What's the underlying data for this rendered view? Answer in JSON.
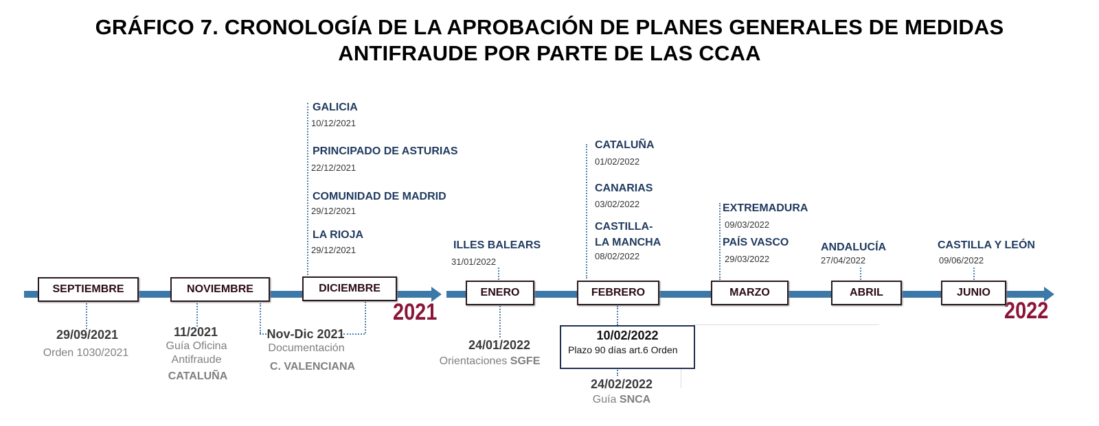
{
  "title": {
    "line1": "GRÁFICO 7.   CRONOLOGÍA DE LA APROBACIÓN DE PLANES GENERALES DE MEDIDAS",
    "line2": "ANTIFRAUDE POR PARTE DE LAS CCAA"
  },
  "colors": {
    "arrow": "#3c78a8",
    "year": "#8b1538",
    "region": "#1f3a5f"
  },
  "years": [
    "2021",
    "2022"
  ],
  "months": [
    "SEPTIEMBRE",
    "NOVIEMBRE",
    "DICIEMBRE",
    "ENERO",
    "FEBRERO",
    "MARZO",
    "ABRIL",
    "JUNIO"
  ],
  "approvals": [
    {
      "region": "GALICIA",
      "date": "10/12/2021"
    },
    {
      "region": "PRINCIPADO DE ASTURIAS",
      "date": "22/12/2021"
    },
    {
      "region": "COMUNIDAD DE MADRID",
      "date": "29/12/2021"
    },
    {
      "region": "LA RIOJA",
      "date": "29/12/2021"
    },
    {
      "region": "ILLES BALEARS",
      "date": "31/01/2022"
    },
    {
      "region": "CATALUÑA",
      "date": "01/02/2022"
    },
    {
      "region": "CANARIAS",
      "date": "03/02/2022"
    },
    {
      "region": "CASTILLA-",
      "region2": "LA MANCHA",
      "date": "08/02/2022"
    },
    {
      "region": "EXTREMADURA",
      "date": "09/03/2022"
    },
    {
      "region": "PAÍS VASCO",
      "date": "29/03/2022"
    },
    {
      "region": "ANDALUCÍA",
      "date": "27/04/2022"
    },
    {
      "region": "CASTILLA Y LEÓN",
      "date": "09/06/2022"
    }
  ],
  "milestones": [
    {
      "date": "29/09/2021",
      "lines": [
        "Orden 1030/2021"
      ]
    },
    {
      "date": "11/2021",
      "lines": [
        "Guía Oficina",
        "Antifraude"
      ],
      "bold": "CATALUÑA"
    },
    {
      "date": "Nov-Dic 2021",
      "lines": [
        "Documentación"
      ],
      "bold": "C. VALENCIANA"
    },
    {
      "date": "24/01/2022",
      "lines": [
        "Orientaciones "
      ],
      "bold": "SGFE"
    },
    {
      "date": "10/02/2022",
      "lines": [
        "Plazo 90 días art.6 Orden"
      ]
    },
    {
      "date": "24/02/2022",
      "lines": [
        "Guía "
      ],
      "bold": "SNCA"
    }
  ]
}
